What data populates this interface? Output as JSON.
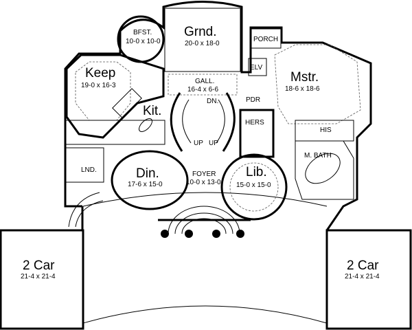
{
  "rooms": {
    "bfst": {
      "name": "BFST.",
      "size": "10-0 x 10-0"
    },
    "grnd": {
      "name": "Grnd.",
      "size": "20-0 x 18-0"
    },
    "porch": {
      "name": "PORCH"
    },
    "keep": {
      "name": "Keep",
      "size": "19-0 x 16-3"
    },
    "elv": {
      "name": "ELV"
    },
    "gall": {
      "name": "GALL.",
      "size": "16-4 x 6-6"
    },
    "mstr": {
      "name": "Mstr.",
      "size": "18-6 x 18-6"
    },
    "dn": {
      "name": "DN."
    },
    "pdr": {
      "name": "PDR"
    },
    "kit": {
      "name": "Kit."
    },
    "hers": {
      "name": "HERS"
    },
    "his": {
      "name": "HIS"
    },
    "up_left": {
      "name": "UP"
    },
    "up_right": {
      "name": "UP"
    },
    "mbath": {
      "name": "M. BATH"
    },
    "lnd": {
      "name": "LND."
    },
    "din": {
      "name": "Din.",
      "size": "17-6 x 15-0"
    },
    "foyer": {
      "name": "FOYER",
      "size": "10-0 x 13-0"
    },
    "lib": {
      "name": "Lib.",
      "size": "15-0 x 15-0"
    },
    "garage_left": {
      "name": "2 Car",
      "size": "21-4 x 21-4"
    },
    "garage_right": {
      "name": "2 Car",
      "size": "21-4 x 21-4"
    }
  }
}
